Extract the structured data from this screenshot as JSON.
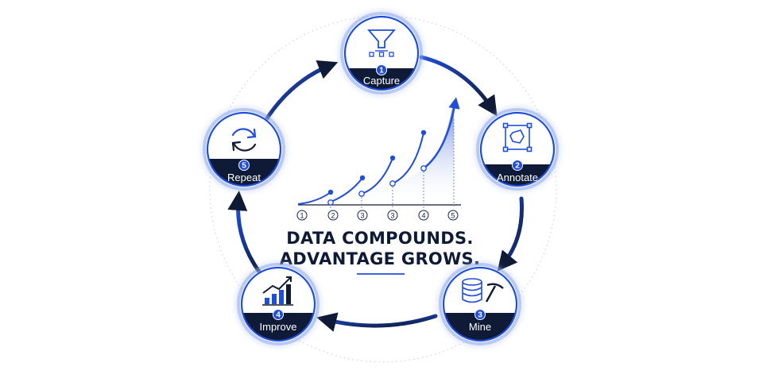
{
  "headline": {
    "line1": "DATA COMPOUNDS.",
    "line2": "ADVANTAGE GROWS."
  },
  "steps": [
    {
      "number": "1",
      "label": "Capture",
      "icon": "funnel-icon"
    },
    {
      "number": "2",
      "label": "Annotate",
      "icon": "bounding-box-icon"
    },
    {
      "number": "3",
      "label": "Mine",
      "icon": "database-pickaxe-icon"
    },
    {
      "number": "4",
      "label": "Improve",
      "icon": "bar-chart-growth-icon"
    },
    {
      "number": "5",
      "label": "Repeat",
      "icon": "refresh-icon"
    }
  ],
  "curve_ticks": [
    "1",
    "2",
    "3",
    "3",
    "4",
    "5"
  ],
  "colors": {
    "navy": "#0e1a36",
    "blue": "#1f4ed8",
    "light_blue": "#5b7fe8",
    "ring": "#d6def3"
  }
}
